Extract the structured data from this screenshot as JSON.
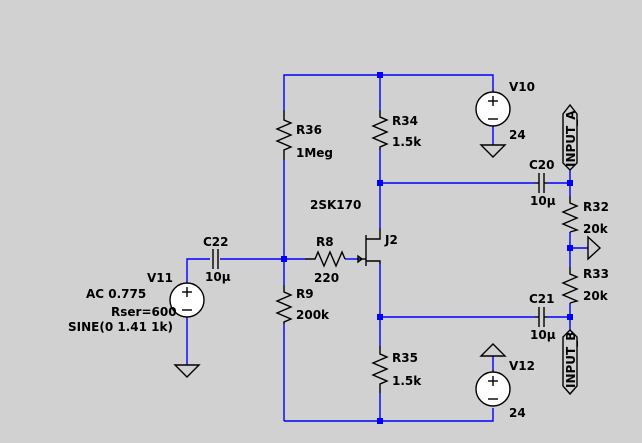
{
  "schematic": {
    "components": {
      "r36": {
        "ref": "R36",
        "value": "1Meg"
      },
      "r34": {
        "ref": "R34",
        "value": "1.5k"
      },
      "v10": {
        "ref": "V10",
        "value": "24"
      },
      "c20": {
        "ref": "C20",
        "value": "10µ"
      },
      "r32": {
        "ref": "R32",
        "value": "20k"
      },
      "r33": {
        "ref": "R33",
        "value": "20k"
      },
      "c22": {
        "ref": "C22",
        "value": "10µ"
      },
      "r8": {
        "ref": "R8",
        "value": "220"
      },
      "j2": {
        "ref": "J2",
        "model": "2SK170"
      },
      "r9": {
        "ref": "R9",
        "value": "200k"
      },
      "c21": {
        "ref": "C21",
        "value": "10µ"
      },
      "r35": {
        "ref": "R35",
        "value": "1.5k"
      },
      "v12": {
        "ref": "V12",
        "value": "24"
      },
      "v11": {
        "ref": "V11",
        "ac": "AC 0.775",
        "rser": "Rser=600",
        "sine": "SINE(0 1.41 1k)"
      }
    },
    "net_labels": {
      "input_a": "INPUT_A",
      "input_b": "INPUT_B"
    },
    "colors": {
      "wire": "#0000ff",
      "component": "#000000",
      "background": "#d1d1d1"
    }
  }
}
